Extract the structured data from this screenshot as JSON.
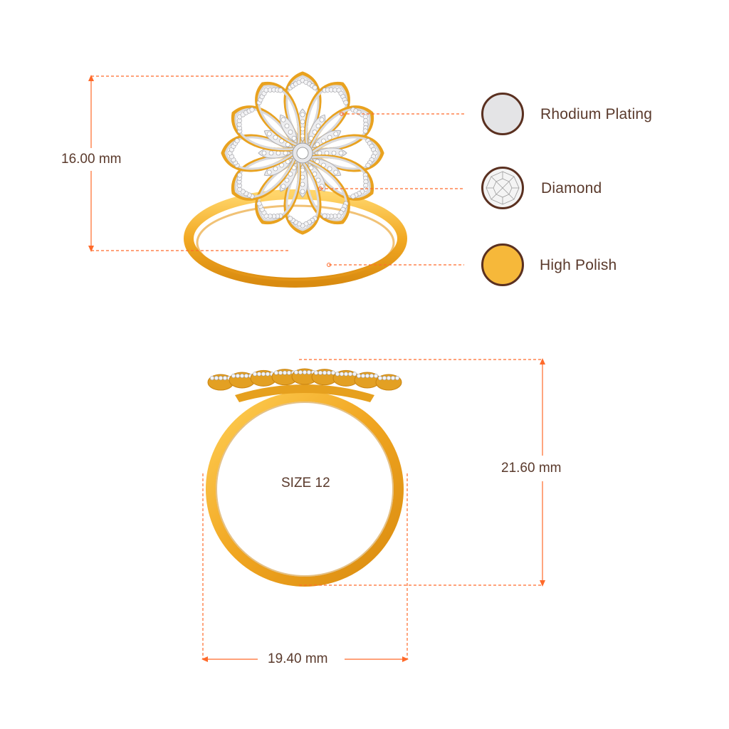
{
  "dimensions": {
    "head_height": "16.00 mm",
    "ring_height": "21.60 mm",
    "ring_width": "19.40 mm",
    "ring_size": "SIZE 12"
  },
  "legend": [
    {
      "label": "Rhodium Plating",
      "icon": "rhodium-swatch-icon",
      "color": "#e4e4e6"
    },
    {
      "label": "Diamond",
      "icon": "diamond-swatch-icon",
      "color": "#f2f2f2"
    },
    {
      "label": "High Polish",
      "icon": "high-polish-swatch-icon",
      "color": "#f6b83a"
    }
  ],
  "colors": {
    "dimension_line": "#ff6a2a",
    "text": "#5a3a2c",
    "gold": "#f2b02a",
    "gold_dark": "#d48a12",
    "swatch_border": "#5a3020"
  }
}
